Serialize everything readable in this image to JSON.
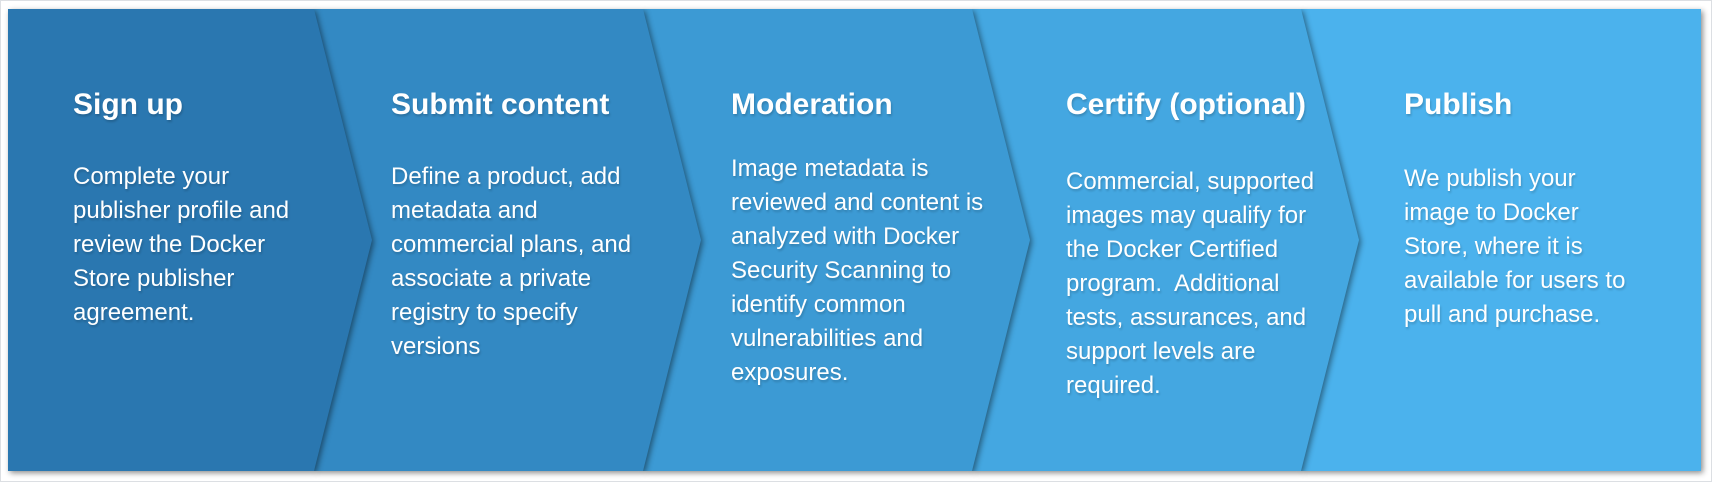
{
  "diagram": {
    "type": "process-flow-chevrons",
    "text_color": "#FFFFFF",
    "steps": [
      {
        "title": "Sign up",
        "description": "Complete your\npublisher profile and\nreview the Docker\nStore publisher\nagreement.",
        "color": "#2A77B0"
      },
      {
        "title": "Submit content",
        "description": "Define a product, add\nmetadata and\ncommercial plans, and\nassociate a private\nregistry to specify\nversions",
        "color": "#3389C3"
      },
      {
        "title": "Moderation",
        "description": "Image metadata is\nreviewed and content is\nanalyzed with Docker\nSecurity Scanning to\nidentify common\nvulnerabilities and\nexposures.",
        "color": "#3C9AD4"
      },
      {
        "title": "Certify (optional)",
        "description": "Commercial, supported\nimages may qualify for\nthe Docker Certified\nprogram.  Additional\ntests, assurances, and\nsupport levels are\nrequired.",
        "color": "#44A7E1"
      },
      {
        "title": "Publish",
        "description": "We publish your\nimage to Docker\nStore, where it is\navailable for users to\npull and purchase.",
        "color": "#4BB2ED"
      }
    ]
  }
}
